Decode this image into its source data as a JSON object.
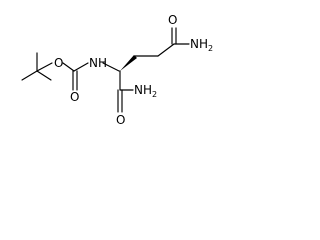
{
  "molecule": {
    "atoms": {
      "amide_o_top": "O",
      "amide_n_top": "NH",
      "amide_n_top_sub": "2",
      "carbamate_nh": "NH",
      "carbamate_o_ester": "O",
      "carbamate_o_carbonyl": "O",
      "amide_n_bottom": "NH",
      "amide_n_bottom_sub": "2",
      "amide_o_bottom": "O"
    }
  }
}
